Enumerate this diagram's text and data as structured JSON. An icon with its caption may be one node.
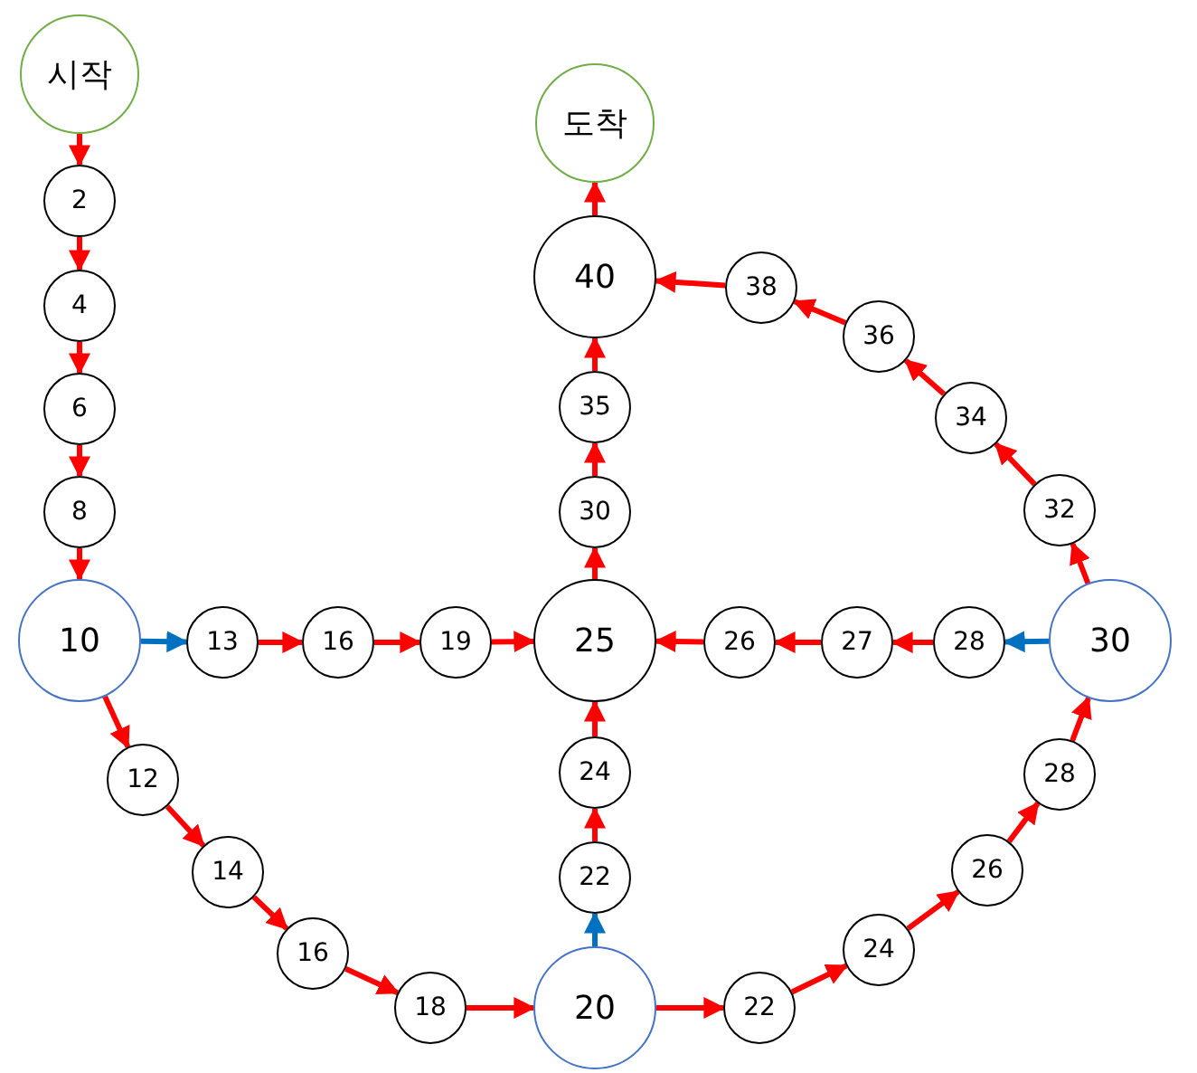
{
  "diagram": {
    "nodes": [
      {
        "text": [
          "시작"
        ]
      },
      {
        "text": [
          "2"
        ]
      },
      {
        "text": [
          "4"
        ]
      },
      {
        "text": [
          "6"
        ]
      },
      {
        "text": [
          "8"
        ]
      },
      {
        "text": [
          "10"
        ]
      },
      {
        "text": [
          "13"
        ]
      },
      {
        "text": [
          "16"
        ]
      },
      {
        "text": [
          "19"
        ]
      },
      {
        "text": [
          "25"
        ]
      },
      {
        "text": [
          "26"
        ]
      },
      {
        "text": [
          "27"
        ]
      },
      {
        "text": [
          "28"
        ]
      },
      {
        "text": [
          "30"
        ]
      },
      {
        "text": [
          "12"
        ]
      },
      {
        "text": [
          "14"
        ]
      },
      {
        "text": [
          "16"
        ]
      },
      {
        "text": [
          "18"
        ]
      },
      {
        "text": [
          "20"
        ]
      },
      {
        "text": [
          "22"
        ]
      },
      {
        "text": [
          "24"
        ]
      },
      {
        "text": [
          "26"
        ]
      },
      {
        "text": [
          "28"
        ]
      },
      {
        "text": [
          "22"
        ]
      },
      {
        "text": [
          "24"
        ]
      },
      {
        "text": [
          "30"
        ]
      },
      {
        "text": [
          "35"
        ]
      },
      {
        "text": [
          "40"
        ]
      },
      {
        "text": [
          "도착"
        ]
      },
      {
        "text": [
          "32"
        ]
      },
      {
        "text": [
          "34"
        ]
      },
      {
        "text": [
          "36"
        ]
      },
      {
        "text": [
          "38"
        ]
      }
    ],
    "edges": [
      {
        "from": 0,
        "to": 1,
        "arrow": "to"
      },
      {
        "from": 1,
        "to": 2,
        "arrow": "to"
      },
      {
        "from": 2,
        "to": 3,
        "arrow": "to"
      },
      {
        "from": 3,
        "to": 4,
        "arrow": "to"
      },
      {
        "from": 4,
        "to": 5,
        "arrow": "to"
      },
      {
        "from": 5,
        "to": 6,
        "arrow": "to",
        "color": "#0070c0"
      },
      {
        "from": 6,
        "to": 7,
        "arrow": "to"
      },
      {
        "from": 7,
        "to": 8,
        "arrow": "to"
      },
      {
        "from": 8,
        "to": 9,
        "arrow": "to"
      },
      {
        "from": 13,
        "to": 12,
        "arrow": "to",
        "color": "#0070c0"
      },
      {
        "from": 12,
        "to": 11,
        "arrow": "to"
      },
      {
        "from": 11,
        "to": 10,
        "arrow": "to"
      },
      {
        "from": 10,
        "to": 9,
        "arrow": "to"
      },
      {
        "from": 5,
        "to": 14,
        "arrow": "to"
      },
      {
        "from": 14,
        "to": 15,
        "arrow": "to"
      },
      {
        "from": 15,
        "to": 16,
        "arrow": "to"
      },
      {
        "from": 16,
        "to": 17,
        "arrow": "to"
      },
      {
        "from": 17,
        "to": 18,
        "arrow": "to"
      },
      {
        "from": 18,
        "to": 23,
        "arrow": "to",
        "color": "#0070c0"
      },
      {
        "from": 23,
        "to": 24,
        "arrow": "to"
      },
      {
        "from": 24,
        "to": 9,
        "arrow": "to"
      },
      {
        "from": 18,
        "to": 19,
        "arrow": "to"
      },
      {
        "from": 19,
        "to": 20,
        "arrow": "to"
      },
      {
        "from": 20,
        "to": 21,
        "arrow": "to"
      },
      {
        "from": 21,
        "to": 22,
        "arrow": "to"
      },
      {
        "from": 22,
        "to": 13,
        "arrow": "to"
      },
      {
        "from": 13,
        "to": 29,
        "arrow": "to"
      },
      {
        "from": 29,
        "to": 30,
        "arrow": "to"
      },
      {
        "from": 30,
        "to": 31,
        "arrow": "to"
      },
      {
        "from": 31,
        "to": 32,
        "arrow": "to"
      },
      {
        "from": 32,
        "to": 27,
        "arrow": "to"
      },
      {
        "from": 9,
        "to": 25,
        "arrow": "to"
      },
      {
        "from": 25,
        "to": 26,
        "arrow": "to"
      },
      {
        "from": 26,
        "to": 27,
        "arrow": "to"
      },
      {
        "from": 27,
        "to": 28,
        "arrow": "to"
      }
    ]
  }
}
